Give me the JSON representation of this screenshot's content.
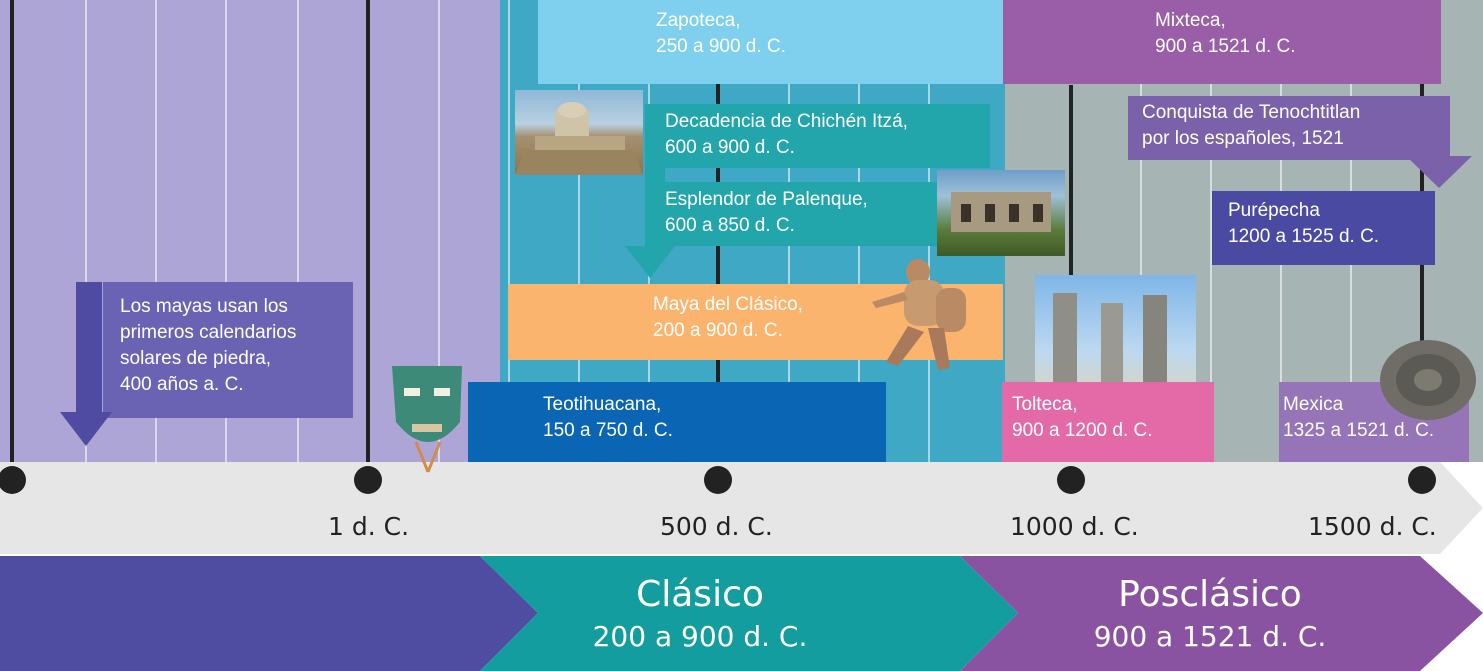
{
  "colors": {
    "preclassic_bg": "#ada5d6",
    "classic_bg": "#3fa8c4",
    "postclassic_bg": "#a6b5b3",
    "axis_bar": "#e6e6e6",
    "era_preclassic": "#4f4da1",
    "era_classic": "#139d9e",
    "era_postclassic": "#8a53a2"
  },
  "axis": {
    "labels": [
      "1 d. C.",
      "500 d. C.",
      "1000 d. C.",
      "1500 d. C."
    ]
  },
  "events": {
    "calendarios": {
      "line1": "Los mayas usan los",
      "line2": "primeros calendarios",
      "line3": "solares de piedra,",
      "line4": "400 años a. C."
    },
    "chichen": {
      "line1": "Decadencia de Chichén Itzá,",
      "line2": "600 a 900 d. C."
    },
    "palenque": {
      "line1": "Esplendor de Palenque,",
      "line2": "600 a 850 d. C."
    },
    "conquista": {
      "line1": "Conquista de Tenochtitlan",
      "line2": "por los españoles, 1521"
    }
  },
  "cultures": {
    "zapoteca": {
      "name": "Zapoteca,",
      "range": "250 a 900 d. C."
    },
    "mixteca": {
      "name": "Mixteca,",
      "range": "900 a 1521 d. C."
    },
    "maya": {
      "name": "Maya del Clásico,",
      "range": "200 a 900 d. C."
    },
    "teotihuacana": {
      "name": "Teotihuacana,",
      "range": "150 a 750 d. C."
    },
    "tolteca": {
      "name": "Tolteca,",
      "range": "900 a 1200 d. C."
    },
    "purepecha": {
      "name": "Purépecha",
      "range": "1200 a 1525 d. C."
    },
    "mexica": {
      "name": "Mexica",
      "range": "1325 a 1521 d. C."
    }
  },
  "eras": {
    "clasico": {
      "name": "Clásico",
      "range": "200 a 900 d. C."
    },
    "posclasico": {
      "name": "Posclásico",
      "range": "900 a 1521 d. C."
    }
  }
}
